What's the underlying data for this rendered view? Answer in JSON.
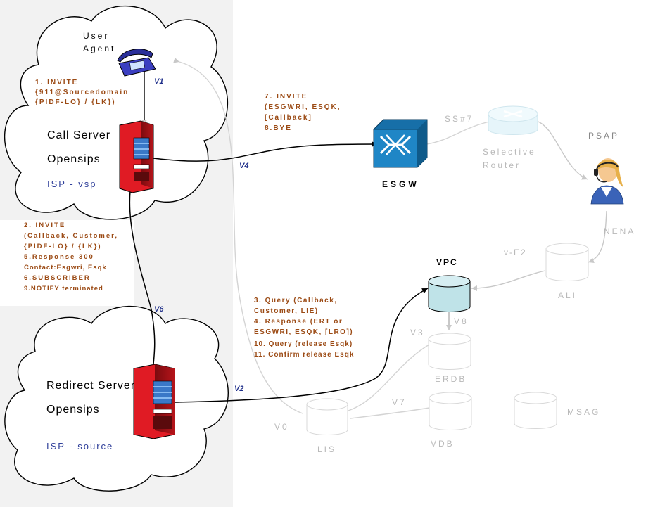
{
  "user_agent": {
    "line1": "User",
    "line2": "Agent"
  },
  "invite_1": {
    "line1": "1. INVITE",
    "line2": "{911@Sourcedomain",
    "line3": "{PIDF-LO} / {LK})"
  },
  "call_server": {
    "name": "Call Server",
    "software": "Opensips",
    "isp": "ISP - vsp"
  },
  "redirect_server": {
    "name": "Redirect Server",
    "software": "Opensips",
    "isp": "ISP - source"
  },
  "messages_2": [
    "2. INVITE",
    "(Callback, Customer,",
    "{PIDF-LO} / {LK})",
    "5.Response 300",
    "Contact:Esgwri, Esqk",
    "6.SUBSCRIBER",
    "9.NOTIFY terminated"
  ],
  "messages_7": [
    "7. INVITE",
    "(ESGWRI, ESQK,",
    "[Callback]",
    "8.BYE"
  ],
  "messages_3": [
    "3. Query (Callback,",
    "Customer, LIE)",
    "4. Response (ERT or",
    "ESGWRI, ESQK, [LRO])",
    "10. Query (release Esqk)",
    "11. Confirm release Esqk"
  ],
  "interfaces": {
    "v1": "V1",
    "v4": "V4",
    "v6": "V6",
    "v2": "V2",
    "v0": "V0",
    "v3": "V3",
    "v7": "V7",
    "v8": "V8",
    "ve2": "v-E2"
  },
  "nodes": {
    "esgw": "ESGW",
    "ss7": "SS#7",
    "selective_router": {
      "line1": "Selective",
      "line2": "Router"
    },
    "psap": "PSAP",
    "nena": "NENA",
    "ali": "ALI",
    "vpc": "VPC",
    "erdb": "ERDB",
    "lis": "LIS",
    "vdb": "VDB",
    "msag": "MSAG"
  },
  "colors": {
    "cloud_panel": "#f2f2f2",
    "server_red": "#e01b24",
    "esgw_blue": "#1f86c6",
    "message_text": "#9b4a14",
    "faded_text": "#b9b9b9",
    "vpc_fill": "#bfe3e8"
  },
  "icons": [
    "telephone-icon",
    "server-icon",
    "switch-icon",
    "router-icon",
    "operator-icon",
    "database-icon"
  ]
}
